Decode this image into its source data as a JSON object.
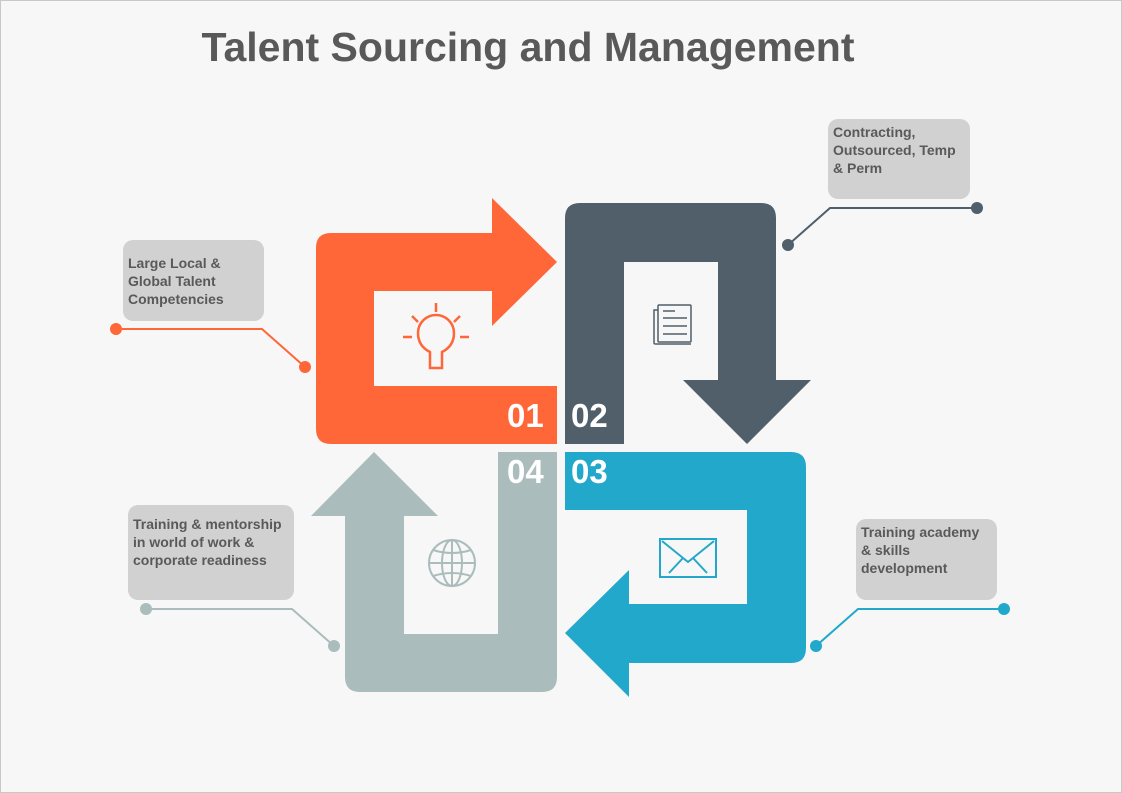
{
  "title": "Talent Sourcing and Management",
  "colors": {
    "step1": "#ff6638",
    "step2": "#505f6a",
    "step3": "#22a8ca",
    "step4": "#abbcbc",
    "box": "#d0d1d0",
    "text": "#595959"
  },
  "steps": [
    {
      "number": "01",
      "icon": "lightbulb-icon",
      "label": "Large Local & Global Talent Competencies"
    },
    {
      "number": "02",
      "icon": "document-icon",
      "label": "Contracting, Outsourced, Temp & Perm"
    },
    {
      "number": "03",
      "icon": "envelope-icon",
      "label": "Training academy & skills development"
    },
    {
      "number": "04",
      "icon": "globe-icon",
      "label": "Training & mentorship in world of work & corporate readiness"
    }
  ]
}
